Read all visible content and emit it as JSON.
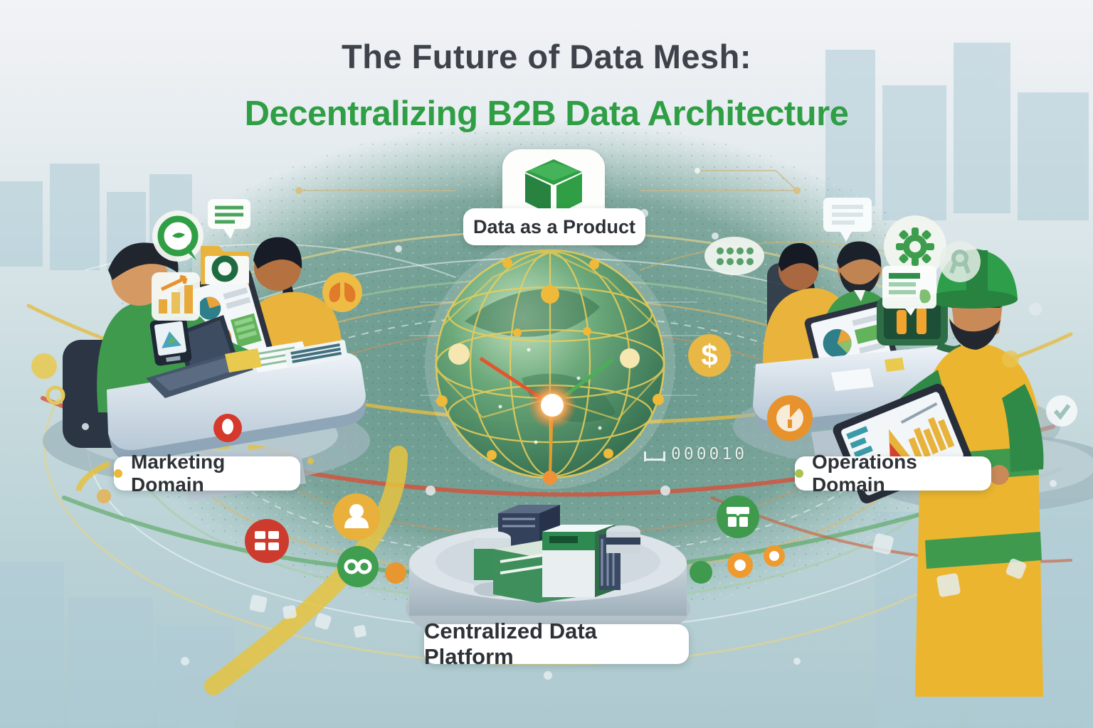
{
  "title": {
    "line1": "The Future of Data Mesh:",
    "line2": "Decentralizing B2B Data Architecture"
  },
  "badges": {
    "data_product": {
      "label": "Data as a Product",
      "icon": "cube-icon"
    },
    "marketing": {
      "label": "Marketing Domain",
      "dot_color": "#e9b937"
    },
    "operations": {
      "label": "Operations Domain",
      "dot_color": "#a9c34f"
    },
    "platform": {
      "label": "Centralized Data Platform"
    }
  },
  "readouts": {
    "binary": "000010",
    "dollar_sign": "$"
  },
  "icons": [
    "cube-icon",
    "chat-bubble-icon",
    "message-lines-icon",
    "folder-chart-icon",
    "bar-chart-icon",
    "lungs-icon",
    "dollar-icon",
    "gauge-icon",
    "grid-icon",
    "user-icon",
    "infinity-icon",
    "press-icon",
    "gear-icon",
    "ribbon-icon",
    "document-icon",
    "mini-monitor-icon",
    "dots-board-icon",
    "check-icon",
    "server-stack-icon",
    "mesh-globe"
  ],
  "colors": {
    "title_text": "#3e434b",
    "subtitle_green": "#2f9e44",
    "label_text": "#2e3237",
    "pill_bg": "#ffffff",
    "accent_yellow": "#e9b937",
    "accent_orange": "#e8922d",
    "accent_red": "#cc3b2e",
    "accent_green": "#3f9a4e",
    "sphere_green": "#4c8f63",
    "mesh_yellow": "#eccf58",
    "teal_band": "#6e9c8f"
  }
}
